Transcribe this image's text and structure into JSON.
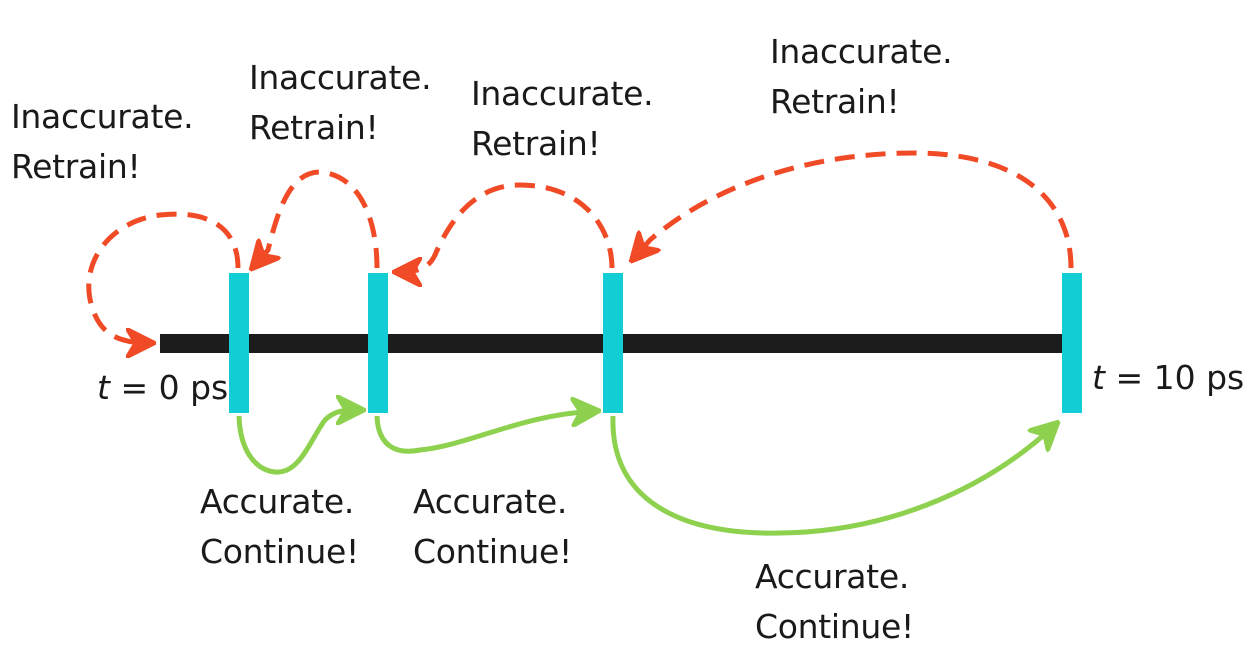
{
  "colors": {
    "timeline": "#1c1c1c",
    "checkpoint": "#13cdd4",
    "retrain_arrow": "#f04a26",
    "continue_arrow": "#8ed14f",
    "text": "#1a1a1a"
  },
  "timeline": {
    "start_label": {
      "var": "t",
      "rest": " = 0 ps"
    },
    "end_label": {
      "var": "t",
      "rest": " = 10 ps"
    }
  },
  "checkpoints": [
    {
      "id": "checkpoint-1"
    },
    {
      "id": "checkpoint-2"
    },
    {
      "id": "checkpoint-3"
    },
    {
      "id": "checkpoint-4"
    }
  ],
  "retrain_labels": [
    {
      "line1": "Inaccurate.",
      "line2": "Retrain!"
    },
    {
      "line1": "Inaccurate.",
      "line2": "Retrain!"
    },
    {
      "line1": "Inaccurate.",
      "line2": "Retrain!"
    },
    {
      "line1": "Inaccurate.",
      "line2": "Retrain!"
    }
  ],
  "continue_labels": [
    {
      "line1": "Accurate.",
      "line2": "Continue!"
    },
    {
      "line1": "Accurate.",
      "line2": "Continue!"
    },
    {
      "line1": "Accurate.",
      "line2": "Continue!"
    }
  ],
  "edges": {
    "retrain": [
      {
        "from": "checkpoint-1",
        "to": "timeline-start"
      },
      {
        "from": "checkpoint-2",
        "to": "checkpoint-1"
      },
      {
        "from": "checkpoint-3",
        "to": "checkpoint-2"
      },
      {
        "from": "checkpoint-4",
        "to": "checkpoint-3"
      }
    ],
    "continue": [
      {
        "from": "checkpoint-1",
        "to": "checkpoint-2"
      },
      {
        "from": "checkpoint-2",
        "to": "checkpoint-3"
      },
      {
        "from": "checkpoint-3",
        "to": "checkpoint-4"
      }
    ]
  }
}
